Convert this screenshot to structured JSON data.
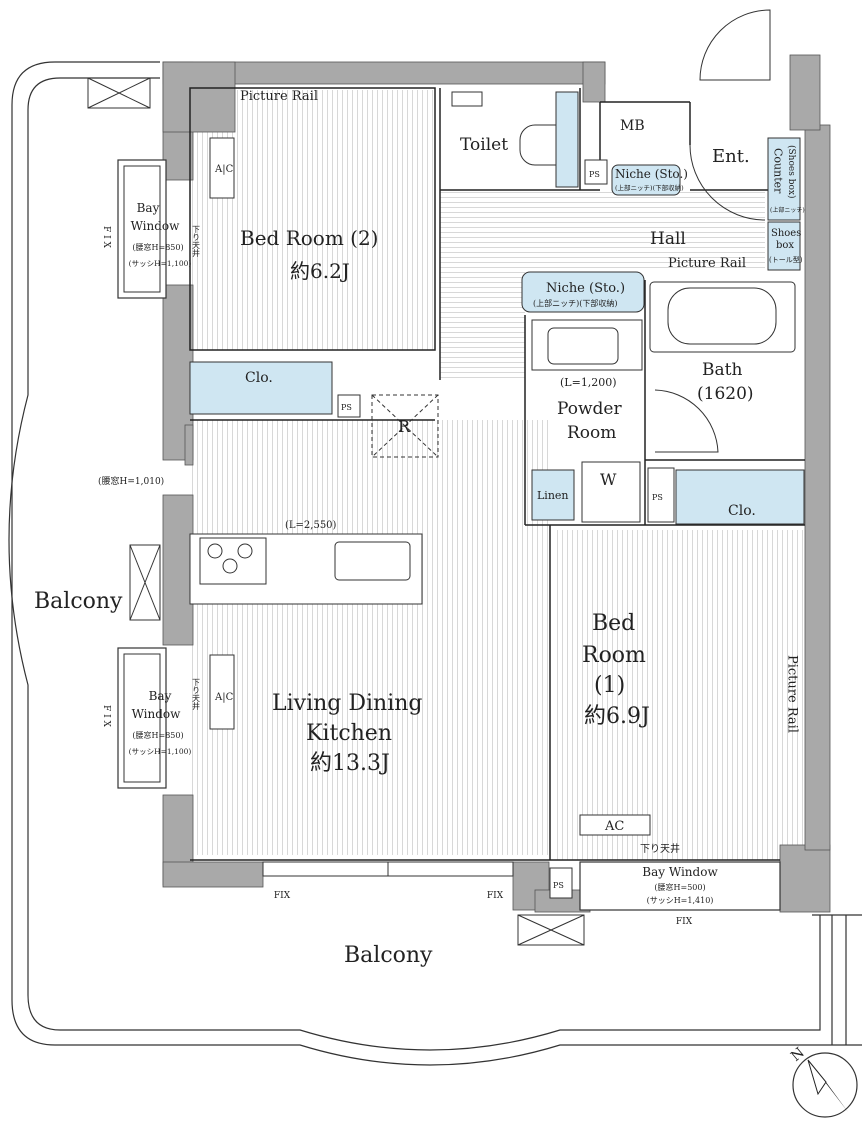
{
  "rooms": {
    "bedroom2": {
      "name": "Bed Room (2)",
      "size": "約6.2J"
    },
    "bedroom1": {
      "name_line1": "Bed",
      "name_line2": "Room",
      "name_line3": "(1)",
      "size": "約6.9J"
    },
    "ldk": {
      "name_line1": "Living Dining",
      "name_line2": "Kitchen",
      "size": "約13.3J"
    },
    "toilet": "Toilet",
    "hall": "Hall",
    "entrance": "Ent.",
    "mb": "MB",
    "bath": {
      "name": "Bath",
      "size": "(1620)"
    },
    "powder": {
      "line1": "Powder",
      "line2": "Room"
    },
    "linen": "Linen",
    "washer": "W",
    "refrigerator": "R"
  },
  "storage": {
    "clo_bed2": "Clo.",
    "clo_bed1": "Clo.",
    "niche_top": "Niche (Sto.)",
    "niche_top_sub": "(上部ニッチ)(下部収納)",
    "niche_mid": "Niche (Sto.)",
    "niche_mid_sub": "(上部ニッチ)(下部収納)",
    "counter_line1": "Counter",
    "counter_line2": "(Shoes box)",
    "counter_sub": "(上部ニッチ)",
    "shoes_line1": "Shoes",
    "shoes_line2": "box",
    "shoes_sub": "(トール型)"
  },
  "annotations": {
    "picture_rail_top": "Picture Rail",
    "picture_rail_hall": "Picture Rail",
    "picture_rail_bed1": "Picture Rail",
    "ac": "AC",
    "ac_bed2": "A|C",
    "ac_ldk": "A|C",
    "ps": "PS",
    "lowered_ceiling": "下り天井",
    "vanity_length": "(L=1,200)",
    "kitchen_length": "(L=2,550)",
    "waist_window_ldk": "(腰窓H=1,010)",
    "fix": "FIX",
    "fix_side": "F I X"
  },
  "bay_windows": {
    "top": {
      "line1": "Bay",
      "line2": "Window",
      "line3": "(腰窓H=850)",
      "line4": "(サッシH=1,100)"
    },
    "mid": {
      "line1": "Bay",
      "line2": "Window",
      "line3": "(腰窓H=850)",
      "line4": "(サッシH=1,100)"
    },
    "bottom": {
      "line1": "Bay Window",
      "line2": "(腰窓H=500)",
      "line3": "(サッシH=1,410)"
    }
  },
  "balcony": {
    "west": "Balcony",
    "south": "Balcony"
  },
  "compass": {
    "label": "N"
  },
  "colors": {
    "wall": "#a9a9a9",
    "storage": "#cfe6f2",
    "floor_line": "#cccccc",
    "line": "#222222"
  }
}
